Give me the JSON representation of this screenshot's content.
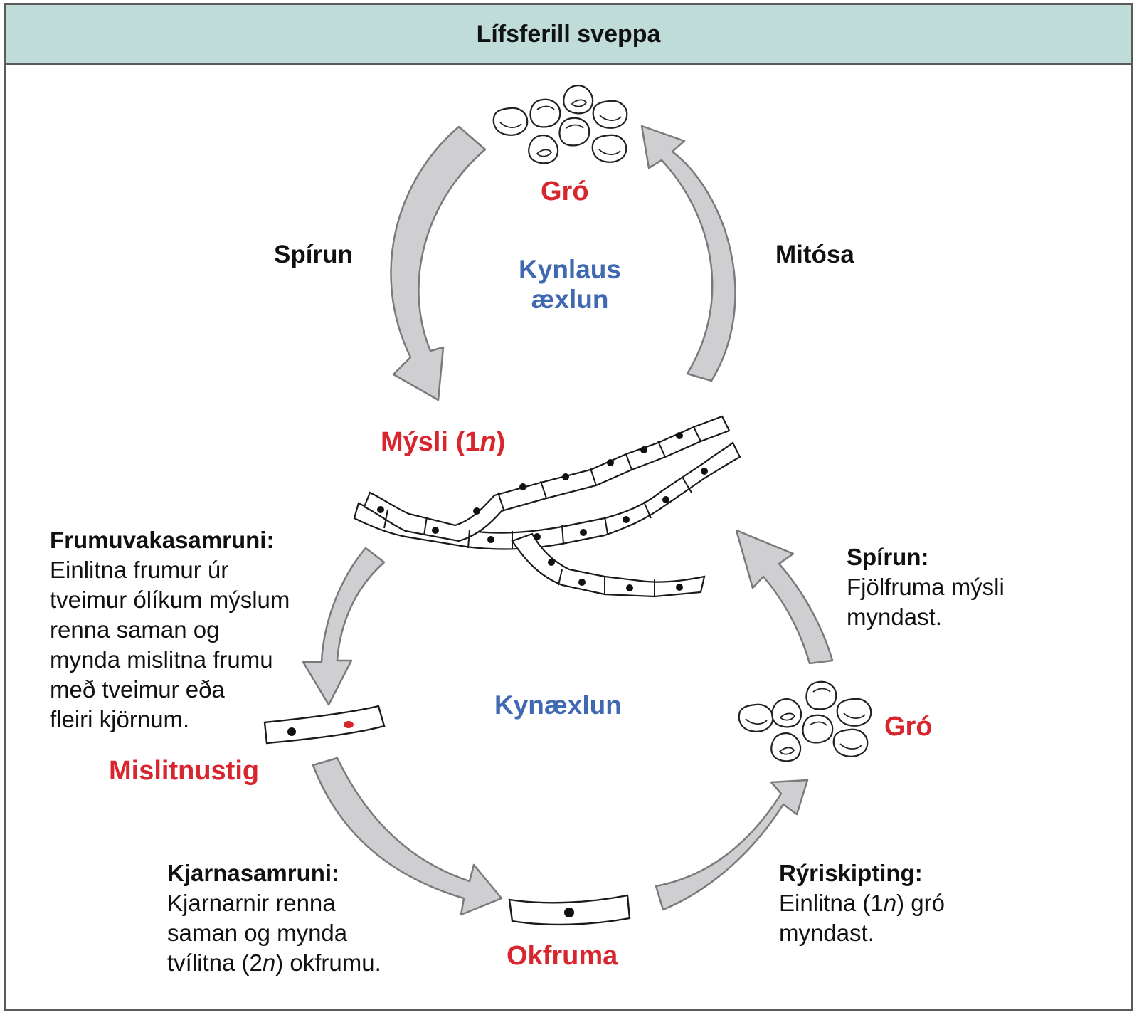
{
  "title": "Lífsferill sveppa",
  "cycles": {
    "asexual": {
      "label_line1": "Kynlaus",
      "label_line2": "æxlun"
    },
    "sexual": {
      "label": "Kynæxlun"
    }
  },
  "stages": {
    "spores_top": "Gró",
    "mycelium": {
      "prefix": "Mýsli (1",
      "italic": "n",
      "suffix": ")"
    },
    "heterokaryotic": "Mislitnustig",
    "zygote": "Okfruma",
    "spores_right": "Gró"
  },
  "processes": {
    "germination_top": "Spírun",
    "mitosis": "Mitósa",
    "plasmogamy": {
      "heading": "Frumuvakasamruni:",
      "lines": [
        "Einlitna frumur úr",
        "tveimur ólíkum mýslum",
        "renna saman og",
        "mynda mislitna frumu",
        "með tveimur eða",
        "fleiri kjörnum."
      ]
    },
    "germination_right": {
      "heading": "Spírun:",
      "lines": [
        "Fjölfruma mýsli",
        "myndast."
      ]
    },
    "karyogamy": {
      "heading": "Kjarnasamruni:",
      "line1": "Kjarnarnir renna",
      "line2": "saman og mynda",
      "line3": {
        "prefix": "tvílitna (2",
        "italic": "n",
        "suffix": ") okfrumu."
      }
    },
    "meiosis": {
      "heading": "Rýriskipting:",
      "line1": {
        "prefix": "Einlitna (1",
        "italic": "n",
        "suffix": ") gró"
      },
      "line2": "myndast."
    }
  },
  "colors": {
    "stage": "#d7262e",
    "cycle": "#4169b1",
    "header_bg": "#bfdcd8",
    "arrow_fill": "#cfcfd1",
    "arrow_stroke": "#7a7a7c"
  }
}
